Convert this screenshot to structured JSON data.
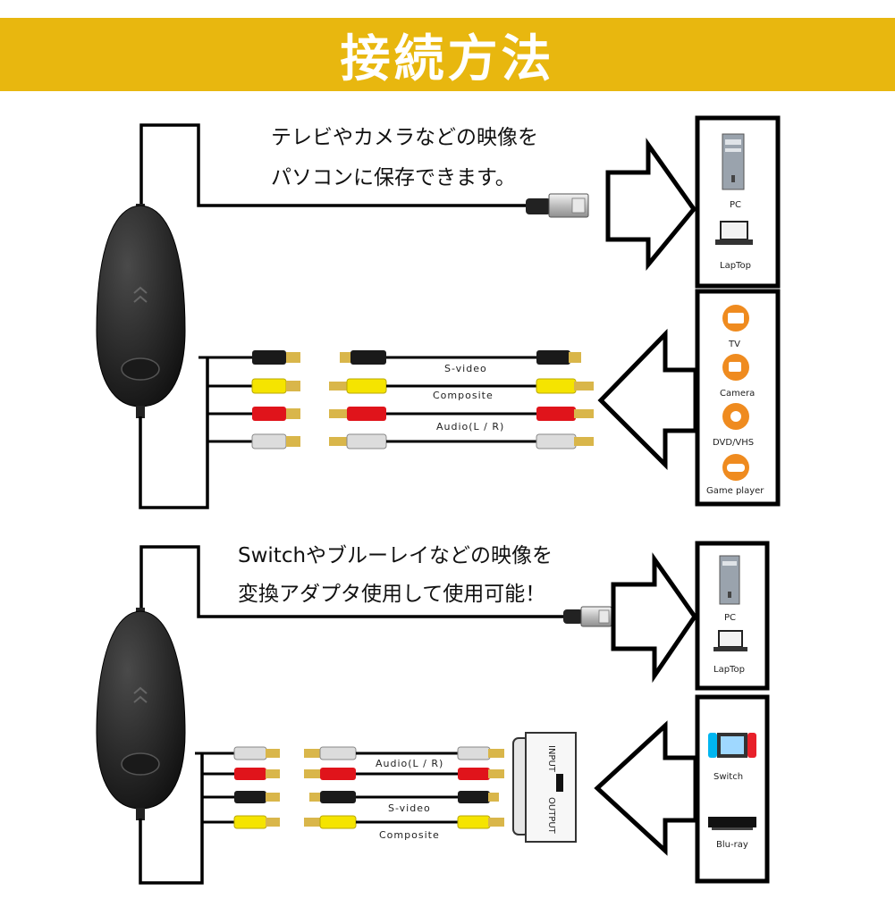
{
  "title": "接続方法",
  "section1": {
    "caption_line1": "テレビやカメラなどの映像を",
    "caption_line2": "パソコンに保存できます。",
    "output_devices": [
      "PC",
      "LapTop"
    ],
    "cables": [
      "S-video",
      "Composite",
      "Audio(L / R)"
    ],
    "input_devices": [
      "TV",
      "Camera",
      "DVD/VHS",
      "Game player"
    ]
  },
  "section2": {
    "caption_line1": "Switchやブルーレイなどの映像を",
    "caption_line2": "変換アダプタ使用して使用可能！",
    "output_devices": [
      "PC",
      "LapTop"
    ],
    "cables": [
      "Audio(L / R)",
      "S-video",
      "Composite"
    ],
    "adapter_labels": [
      "INPUT",
      "OUTPUT"
    ],
    "input_devices": [
      "Switch",
      "Blu-ray"
    ]
  },
  "colors": {
    "banner": "#e8b70f",
    "black_plug": "#1a1a1a",
    "yellow_plug": "#f5e400",
    "red_plug": "#e0141b",
    "white_plug": "#dcdcdc",
    "gold_tip": "#d9b64a",
    "tv_icon": "#ef8b1f"
  },
  "icons": [
    "desktop-tower-icon",
    "laptop-icon",
    "usb-plug-icon",
    "tv-icon",
    "camera-icon",
    "dvd-vhs-icon",
    "game-controller-icon",
    "switch-console-icon",
    "bluray-player-icon",
    "hollow-arrow-icon"
  ]
}
